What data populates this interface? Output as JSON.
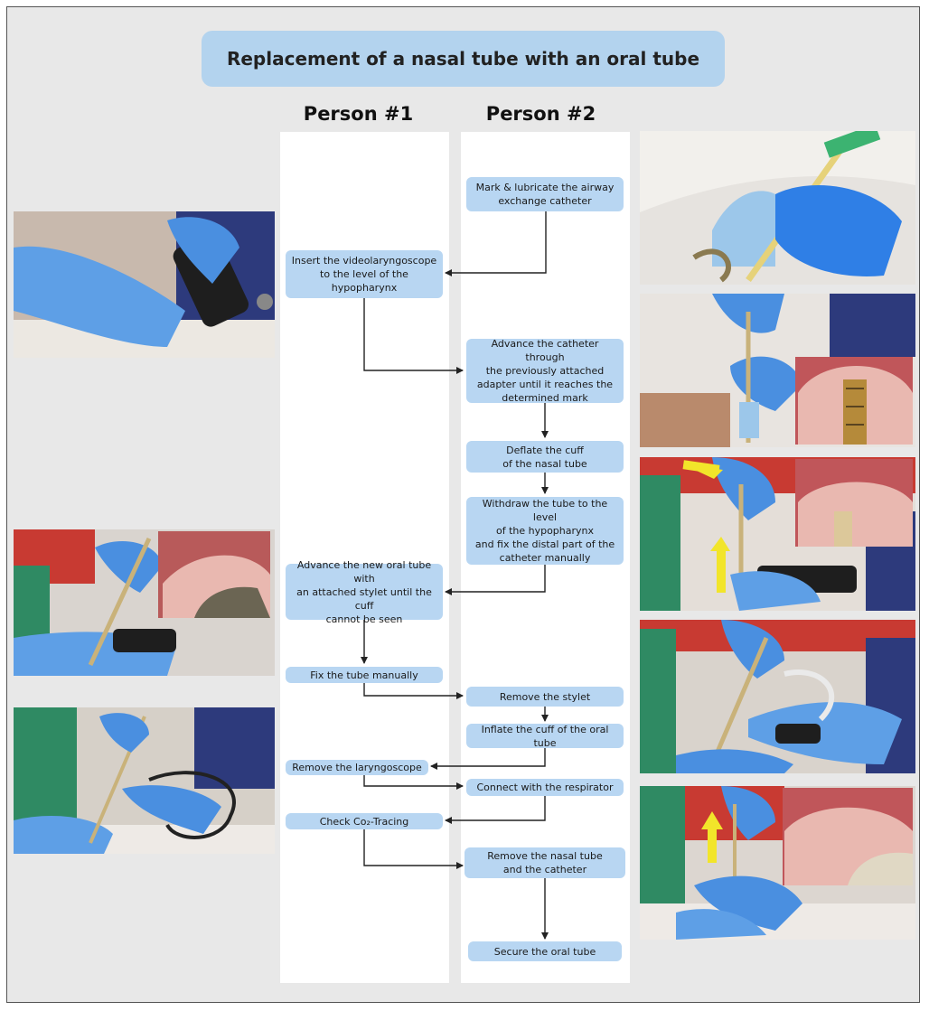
{
  "title": "Replacement of a nasal tube with an oral tube",
  "columns": {
    "person1": "Person #1",
    "person2": "Person #2"
  },
  "steps": {
    "mark_lubricate": "Mark & lubricate the airway\nexchange catheter",
    "insert_videolaryngoscope": "Insert the videolaryngoscope\nto the level of the hypopharynx",
    "advance_catheter": "Advance the catheter through\nthe previously  attached\nadapter until it reaches the\ndetermined mark",
    "deflate_cuff": "Deflate the cuff\nof the nasal tube",
    "withdraw_tube": "Withdraw the tube to the level\nof the hypopharynx\nand fix the distal part of the\ncatheter manually",
    "advance_oral_tube": "Advance the new oral tube with\nan attached stylet until the cuff\ncannot be seen",
    "fix_tube": "Fix the tube manually",
    "remove_stylet": "Remove the stylet",
    "inflate_cuff": "Inflate the cuff of the oral tube",
    "remove_laryngoscope": "Remove the laryngoscope",
    "connect_respirator": "Connect with the respirator",
    "check_co2": "Check Co₂-Tracing",
    "remove_nasal_tube": "Remove the nasal tube\nand the catheter",
    "secure_oral_tube": "Secure the oral tube"
  },
  "colors": {
    "title_fill": "#b3d3ee",
    "box_fill": "#b8d6f2",
    "lane_fill": "#ffffff",
    "background": "#e8e8e8",
    "arrow": "#222222",
    "glove_blue": "#4a8fe0",
    "highlight_arrow": "#f2e52a"
  },
  "photos": [
    {
      "name": "photo-videolaryngoscope-insertion"
    },
    {
      "name": "photo-oral-tube-advance"
    },
    {
      "name": "photo-check-tracing"
    },
    {
      "name": "photo-catheter-lubrication"
    },
    {
      "name": "photo-catheter-advance",
      "inset": true
    },
    {
      "name": "photo-tube-withdraw",
      "inset": true,
      "yellow_arrows": true
    },
    {
      "name": "photo-stylet-removal"
    },
    {
      "name": "photo-nasal-tube-removal",
      "inset": true,
      "yellow_arrows": true
    }
  ]
}
